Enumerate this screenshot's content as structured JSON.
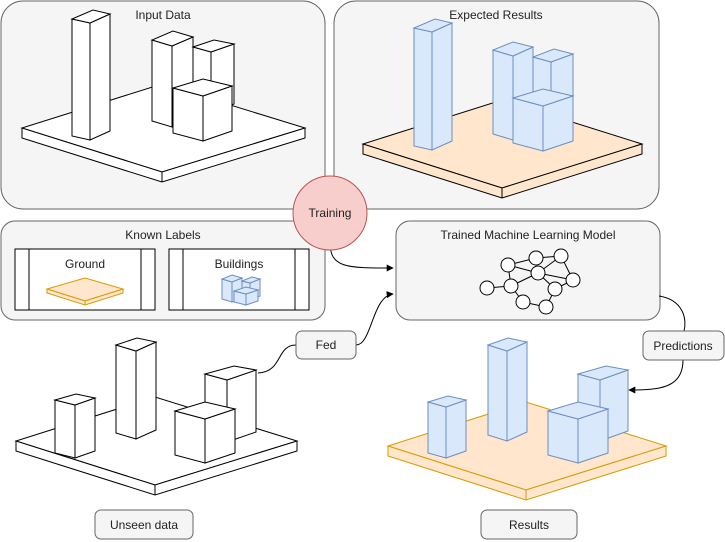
{
  "panels": {
    "input_data": "Input Data",
    "expected_results": "Expected Results",
    "known_labels": "Known Labels",
    "trained_model": "Trained Machine Learning Model"
  },
  "labels": {
    "ground": "Ground",
    "buildings": "Buildings"
  },
  "nodes": {
    "training": "Training",
    "fed": "Fed",
    "predictions": "Predictions",
    "unseen_data": "Unseen data",
    "results": "Results"
  },
  "colors": {
    "panel_fill": "#f5f5f5",
    "panel_stroke": "#666666",
    "plate_white": "#ffffff",
    "plate_orange": "#ffe6cc",
    "building_blue": "#dae8fc",
    "building_blue_stroke": "#6c8ebf",
    "orange_stroke": "#d79b00",
    "training_fill": "#f8cecc",
    "training_stroke": "#b85450"
  }
}
